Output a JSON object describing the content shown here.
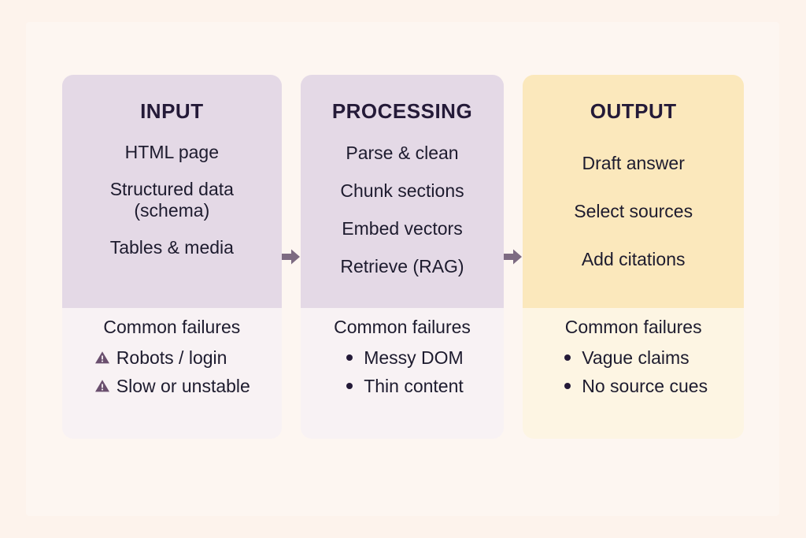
{
  "theme": {
    "page_background": "#fdf3ec",
    "panel_background": "#fdf6f1",
    "purple_top": "#e4d9e6",
    "purple_bottom": "#f8f2f4",
    "yellow_top": "#fbe8bc",
    "yellow_bottom": "#fdf5e3",
    "text_color": "#1d1b2e",
    "title_color": "#241a38",
    "arrow_color": "#7d6b82",
    "warning_icon_color": "#6a4f6e"
  },
  "flow": {
    "failures_heading": "Common failures",
    "arrow_icon": "arrow-right-icon",
    "stages": [
      {
        "id": "input",
        "title": "INPUT",
        "steps": [
          "HTML page",
          "Structured data\n(schema)",
          "Tables & media"
        ],
        "failures_heading": "Common failures",
        "failures": [
          {
            "marker": "warning-triangle-icon",
            "text": "Robots / login"
          },
          {
            "marker": "warning-triangle-icon",
            "text": "Slow or unstable"
          }
        ]
      },
      {
        "id": "processing",
        "title": "PROCESSING",
        "steps": [
          "Parse & clean",
          "Chunk sections",
          "Embed vectors",
          "Retrieve (RAG)"
        ],
        "failures_heading": "Common failures",
        "failures": [
          {
            "marker": "bullet-dot",
            "text": "Messy DOM"
          },
          {
            "marker": "bullet-dot",
            "text": "Thin content"
          }
        ]
      },
      {
        "id": "output",
        "title": "OUTPUT",
        "steps": [
          "Draft answer",
          "Select sources",
          "Add citations"
        ],
        "failures_heading": "Common failures",
        "failures": [
          {
            "marker": "bullet-dot",
            "text": "Vague claims"
          },
          {
            "marker": "bullet-dot",
            "text": "No source cues"
          }
        ]
      }
    ]
  }
}
